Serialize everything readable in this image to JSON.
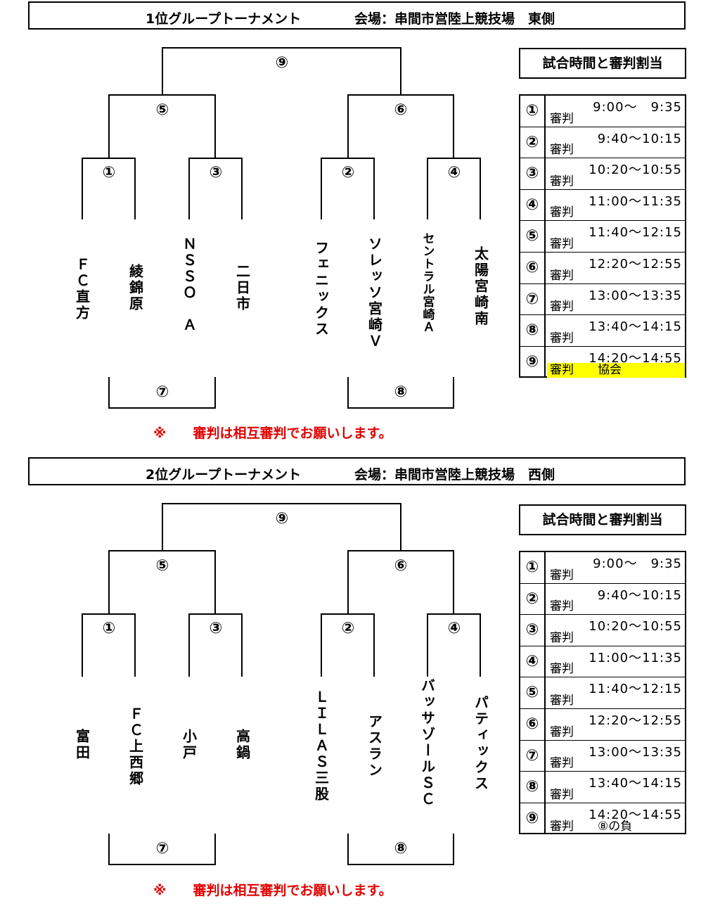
{
  "sections": [
    {
      "title": "1位グループトーナメント",
      "venue": "会場：串間市営陸上競技場　東側",
      "match_nums": {
        "m1": "①",
        "m2": "②",
        "m3": "③",
        "m4": "④",
        "m5": "⑤",
        "m6": "⑥",
        "m7": "⑦",
        "m8": "⑧",
        "m9": "⑨"
      },
      "teams": [
        "ＦＣ直方",
        "綾錦原",
        "ＮＳＳＯ　Ａ",
        "二日市",
        "フェニックス",
        "ソレッソ宮崎Ｖ",
        "セントラル宮崎Ａ",
        "太陽宮崎南"
      ],
      "note": "※　　審判は相互審判でお願いします。",
      "schedule_title": "試合時間と審判割当",
      "schedule": [
        {
          "num": "①",
          "time": "9:00～　9:35",
          "ref": "審判"
        },
        {
          "num": "②",
          "time": "9:40～10:15",
          "ref": "審判"
        },
        {
          "num": "③",
          "time": "10:20～10:55",
          "ref": "審判"
        },
        {
          "num": "④",
          "time": "11:00～11:35",
          "ref": "審判"
        },
        {
          "num": "⑤",
          "time": "11:40～12:15",
          "ref": "審判"
        },
        {
          "num": "⑥",
          "time": "12:20～12:55",
          "ref": "審判"
        },
        {
          "num": "⑦",
          "time": "13:00～13:35",
          "ref": "審判"
        },
        {
          "num": "⑧",
          "time": "13:40～14:15",
          "ref": "審判"
        },
        {
          "num": "⑨",
          "time": "14:20～14:55",
          "ref": "審判　　協会"
        }
      ]
    },
    {
      "title": "2位グループトーナメント",
      "venue": "会場：串間市営陸上競技場　西側",
      "match_nums": {
        "m1": "①",
        "m2": "②",
        "m3": "③",
        "m4": "④",
        "m5": "⑤",
        "m6": "⑥",
        "m7": "⑦",
        "m8": "⑧",
        "m9": "⑨"
      },
      "teams": [
        "富田",
        "ＦＣ上西郷",
        "小戸",
        "高鍋",
        "ＬＩＬＡＳ三股",
        "アスラン",
        "バッサゾールＳＣ",
        "パティックス"
      ],
      "note": "※　　審判は相互審判でお願いします。",
      "schedule_title": "試合時間と審判割当",
      "schedule": [
        {
          "num": "①",
          "time": "9:00～　9:35",
          "ref": "審判"
        },
        {
          "num": "②",
          "time": "9:40～10:15",
          "ref": "審判"
        },
        {
          "num": "③",
          "time": "10:20～10:55",
          "ref": "審判"
        },
        {
          "num": "④",
          "time": "11:00～11:35",
          "ref": "審判"
        },
        {
          "num": "⑤",
          "time": "11:40～12:15",
          "ref": "審判"
        },
        {
          "num": "⑥",
          "time": "12:20～12:55",
          "ref": "審判"
        },
        {
          "num": "⑦",
          "time": "13:00～13:35",
          "ref": "審判"
        },
        {
          "num": "⑧",
          "time": "13:40～14:15",
          "ref": "審判"
        },
        {
          "num": "⑨",
          "time": "14:20～14:55",
          "ref": "審判　　⑧の負"
        }
      ]
    }
  ],
  "colors": {
    "note": "#e00000",
    "highlight": "#ffff00"
  }
}
